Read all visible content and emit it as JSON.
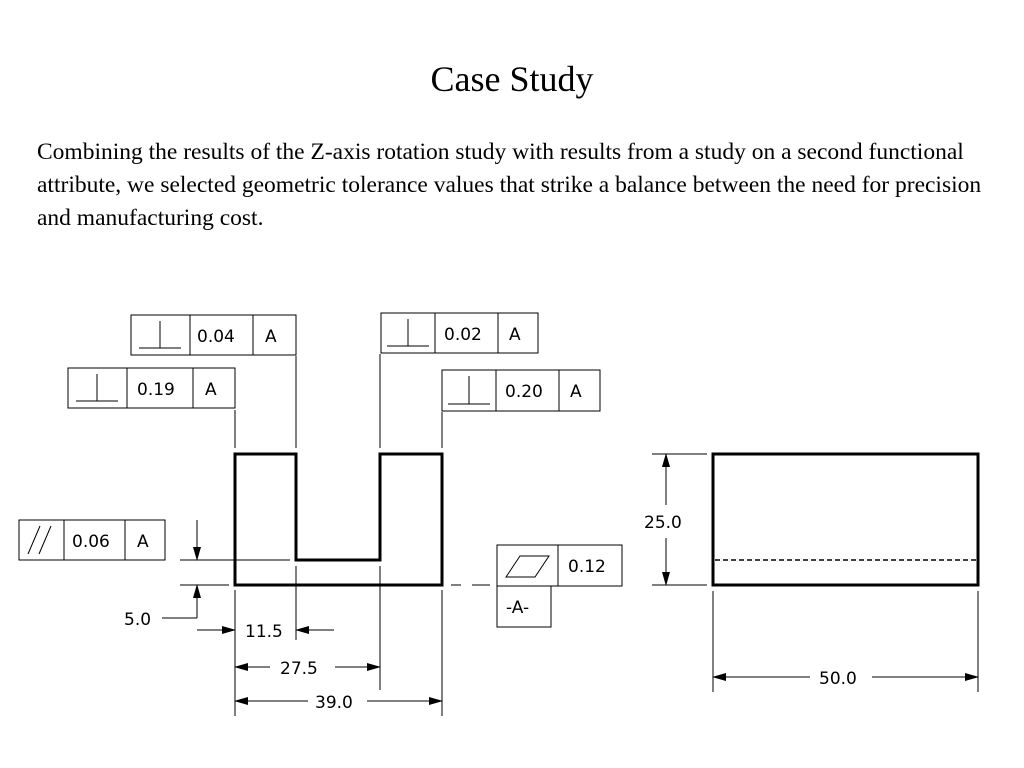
{
  "title": "Case Study",
  "paragraph": "Combining the results of the Z-axis rotation study with results from a study on a second functional attribute, we selected geometric tolerance values that strike a balance between the need for precision and manufacturing cost.",
  "fcf": {
    "perp_left_outer": {
      "tol": "0.04",
      "datum": "A"
    },
    "perp_left_inner": {
      "tol": "0.19",
      "datum": "A"
    },
    "perp_right_outer": {
      "tol": "0.02",
      "datum": "A"
    },
    "perp_right_inner": {
      "tol": "0.20",
      "datum": "A"
    },
    "parallel": {
      "tol": "0.06",
      "datum": "A"
    },
    "flatness": {
      "tol": "0.12"
    }
  },
  "datum_label": "-A-",
  "dims": {
    "height_small": "5.0",
    "width_slot": "11.5",
    "width_mid": "27.5",
    "width_total": "39.0",
    "side_height": "25.0",
    "side_width": "50.0"
  }
}
